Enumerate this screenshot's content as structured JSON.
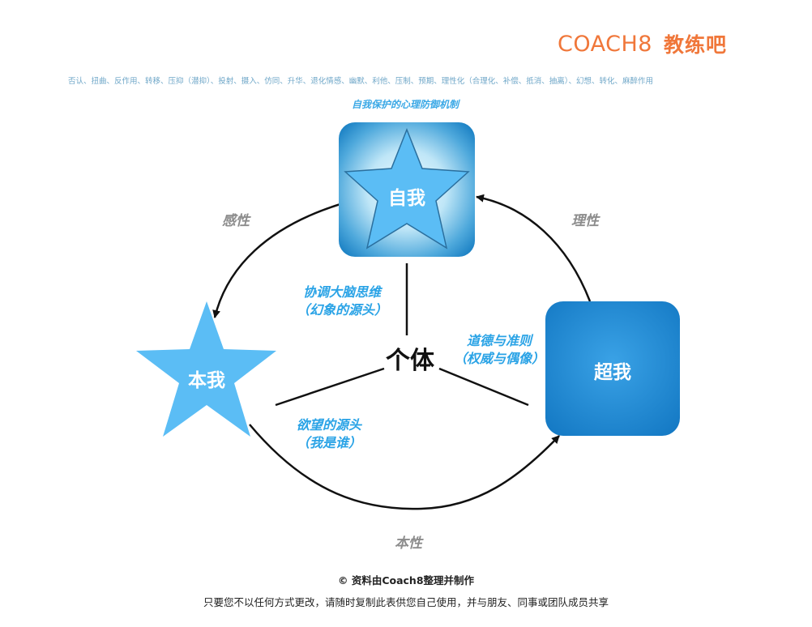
{
  "logo": {
    "latin": "COACH8",
    "chinese": "教练吧"
  },
  "defense_mechanisms": "否认、扭曲、反作用、转移、压抑（潜抑）、投射、摄入、仿同、升华、退化情感、幽默、利他、压制、预期、理性化（合理化、补偿、抵消、抽离）、幻想、转化、麻醉作用",
  "subtitle": "自我保护的心理防御机制",
  "nodes": {
    "ego": "自我",
    "id": "本我",
    "superego": "超我",
    "center": "个体"
  },
  "arcs": {
    "left": "感性",
    "right": "理性",
    "bottom": "本性"
  },
  "annotations": {
    "ego_line1": "协调大脑思维",
    "ego_line2": "（幻象的源头）",
    "superego_line1": "道德与准则",
    "superego_line2": "（权威与偶像）",
    "id_line1": "欲望的源头",
    "id_line2": "（我是谁）"
  },
  "footer": {
    "line1": "© 资料由Coach8整理并制作",
    "line2": "只要您不以任何方式更改，请随时复制此表供您自己使用，并与朋友、同事或团队成员共享"
  },
  "colors": {
    "star": "#5bbdf5",
    "ego_box_edge": "#1f84c6",
    "superego_box": "#1b8ad4",
    "accent_blue": "#2aa3e6",
    "logo_orange": "#f0773a"
  }
}
